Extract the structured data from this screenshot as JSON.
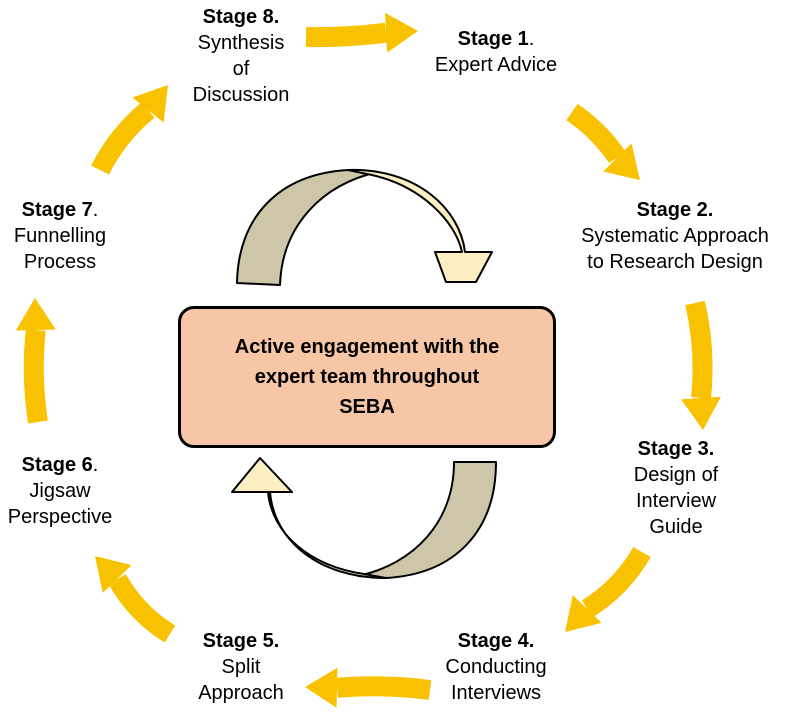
{
  "colors": {
    "cycle_arrow": "#F8C200",
    "center_fill": "#F7C6A6",
    "center_border": "#000000",
    "curved_arrow_dark": "#CEC6A8",
    "curved_arrow_light": "#FCEFC4"
  },
  "stages": [
    {
      "title": "Stage 1",
      "suffix": ".",
      "lines": [
        "Expert Advice"
      ]
    },
    {
      "title": "Stage 2.",
      "suffix": "",
      "lines": [
        "Systematic Approach",
        "to Research Design"
      ]
    },
    {
      "title": "Stage 3.",
      "suffix": "",
      "lines": [
        "Design of",
        "Interview",
        "Guide"
      ]
    },
    {
      "title": "Stage 4.",
      "suffix": "",
      "lines": [
        "Conducting",
        "Interviews"
      ]
    },
    {
      "title": "Stage 5.",
      "suffix": "",
      "lines": [
        "Split",
        "Approach"
      ]
    },
    {
      "title": "Stage 6",
      "suffix": ".",
      "lines": [
        "Jigsaw",
        "Perspective"
      ]
    },
    {
      "title": "Stage 7",
      "suffix": ".",
      "lines": [
        "Funnelling",
        "Process"
      ]
    },
    {
      "title": "Stage 8.",
      "suffix": "",
      "lines": [
        "Synthesis",
        "of",
        "Discussion"
      ]
    }
  ],
  "center": {
    "lines": [
      "Active engagement with the",
      "expert team throughout",
      "SEBA"
    ]
  }
}
